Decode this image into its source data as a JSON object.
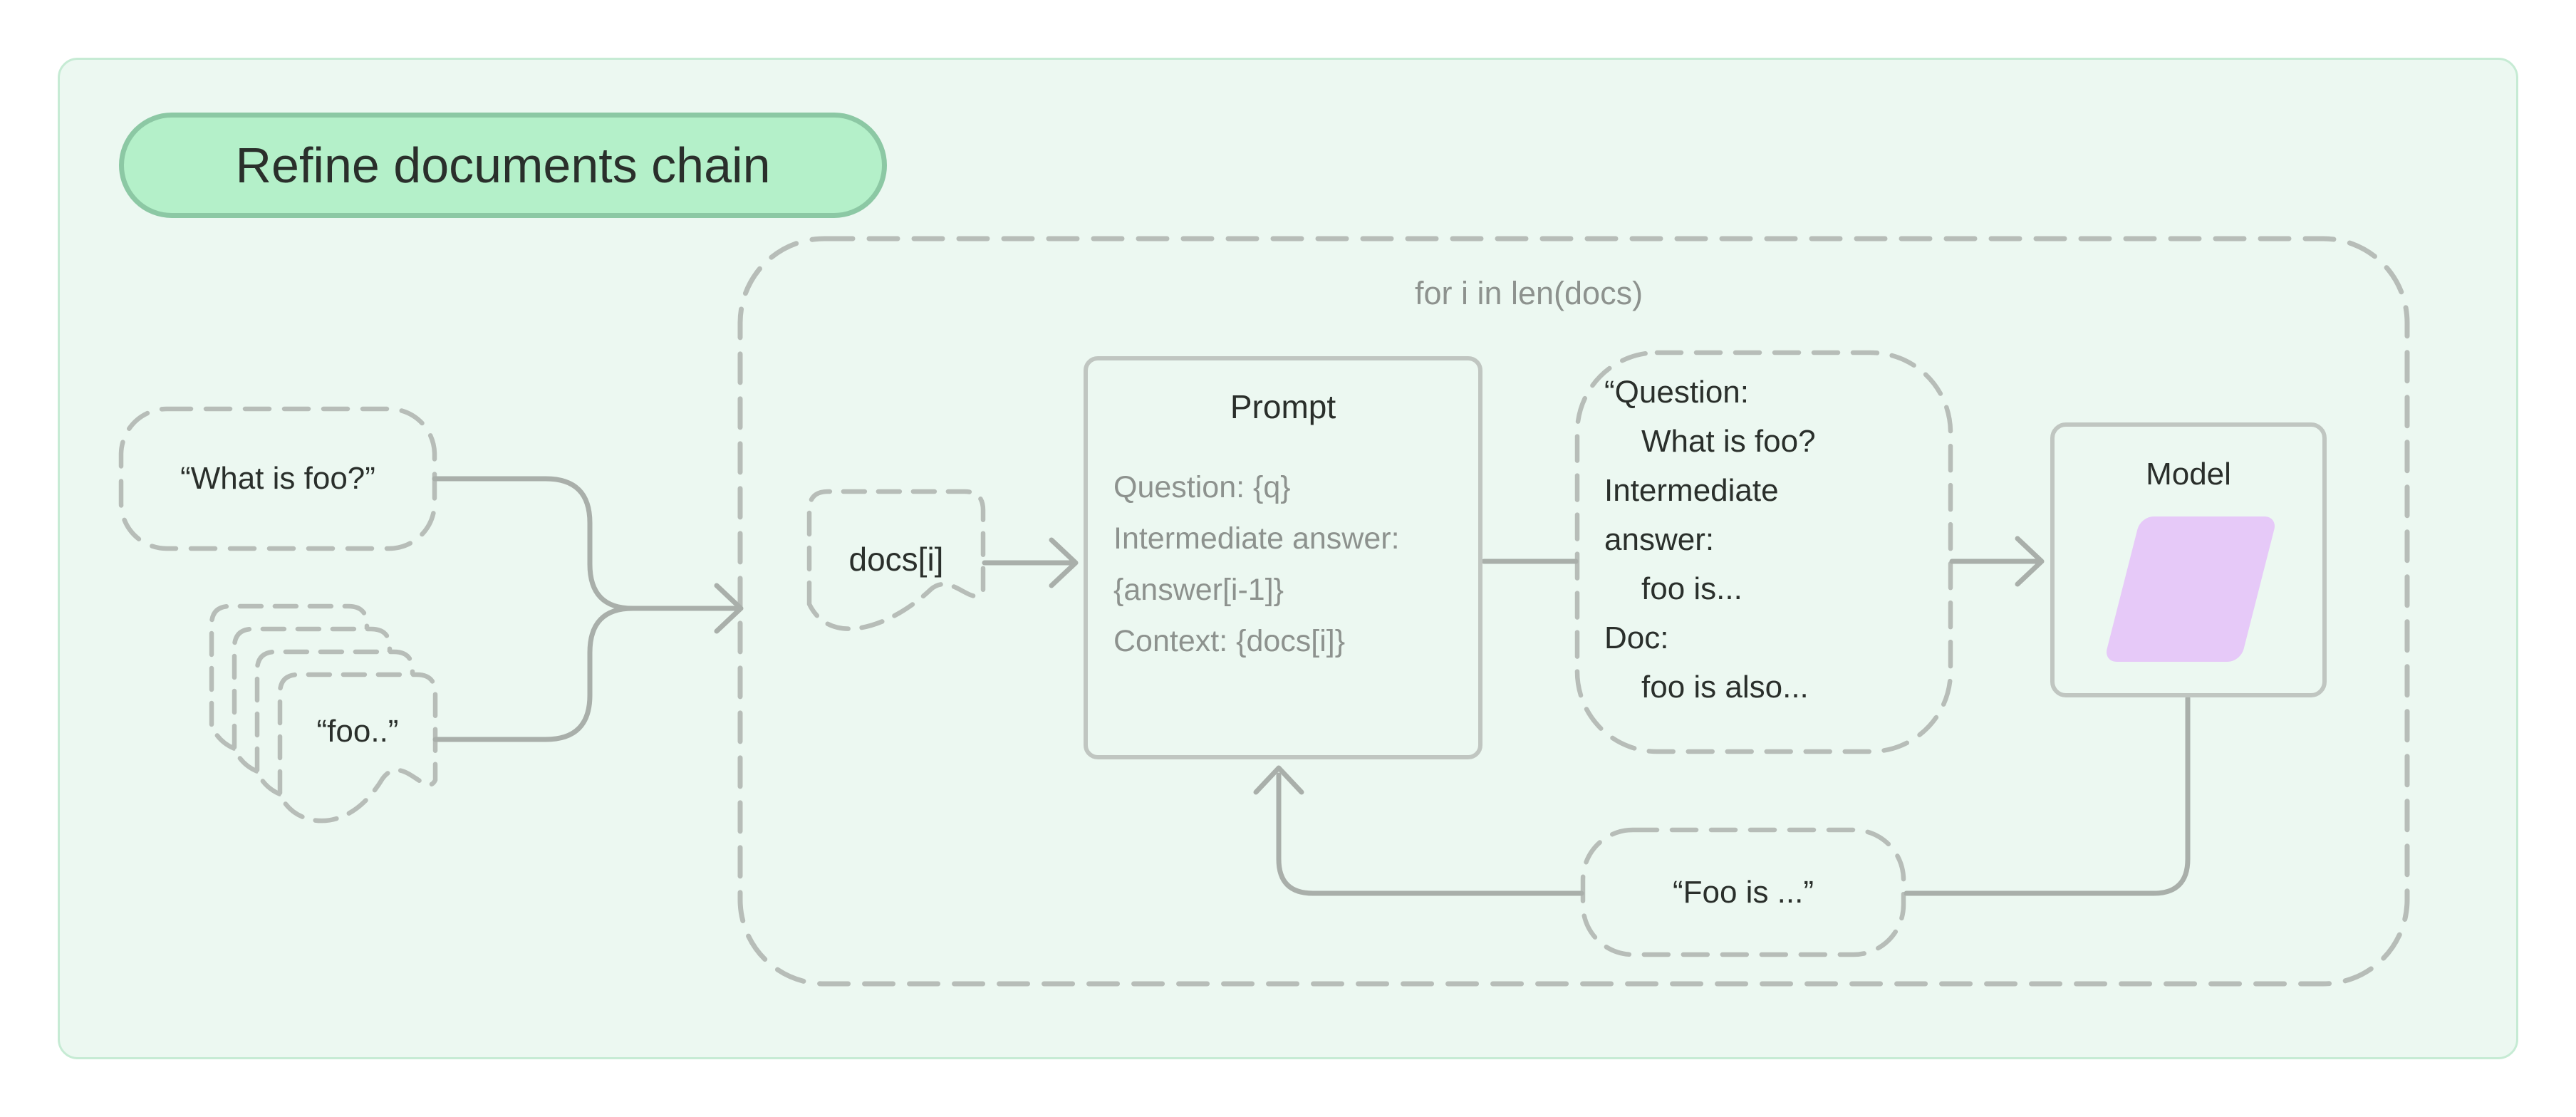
{
  "title_badge": "Refine documents chain",
  "loop_label": "for i in len(docs)",
  "nodes": {
    "question_input": {
      "label": "“What is foo?”"
    },
    "documents_input": {
      "label": "“foo..”"
    },
    "current_doc": {
      "label": "docs[i]"
    },
    "prompt": {
      "title": "Prompt",
      "lines": [
        "Question: {q}",
        "Intermediate answer:",
        "{answer[i-1]}",
        "Context: {docs[i]}"
      ]
    },
    "rendered_prompt": {
      "lines": [
        "“Question:",
        "What is foo?",
        "Intermediate",
        "answer:",
        "foo is...",
        "Doc:",
        "foo is also..."
      ]
    },
    "model": {
      "title": "Model"
    },
    "intermediate_answer": {
      "label": "“Foo is ...”"
    }
  },
  "colors": {
    "page_bg": "#ffffff",
    "card_bg": "#ecf8f1",
    "card_border": "#c6ebd4",
    "badge_bg": "#b4f0c9",
    "badge_border": "#8cc8a4",
    "text_dark": "#2a2f2b",
    "text_gray": "#8d928e",
    "dash_gray": "#b7bdb8",
    "line_gray": "#a9afaa",
    "box_border": "#c0c6c1",
    "model_shape": "#e6c9f8"
  }
}
